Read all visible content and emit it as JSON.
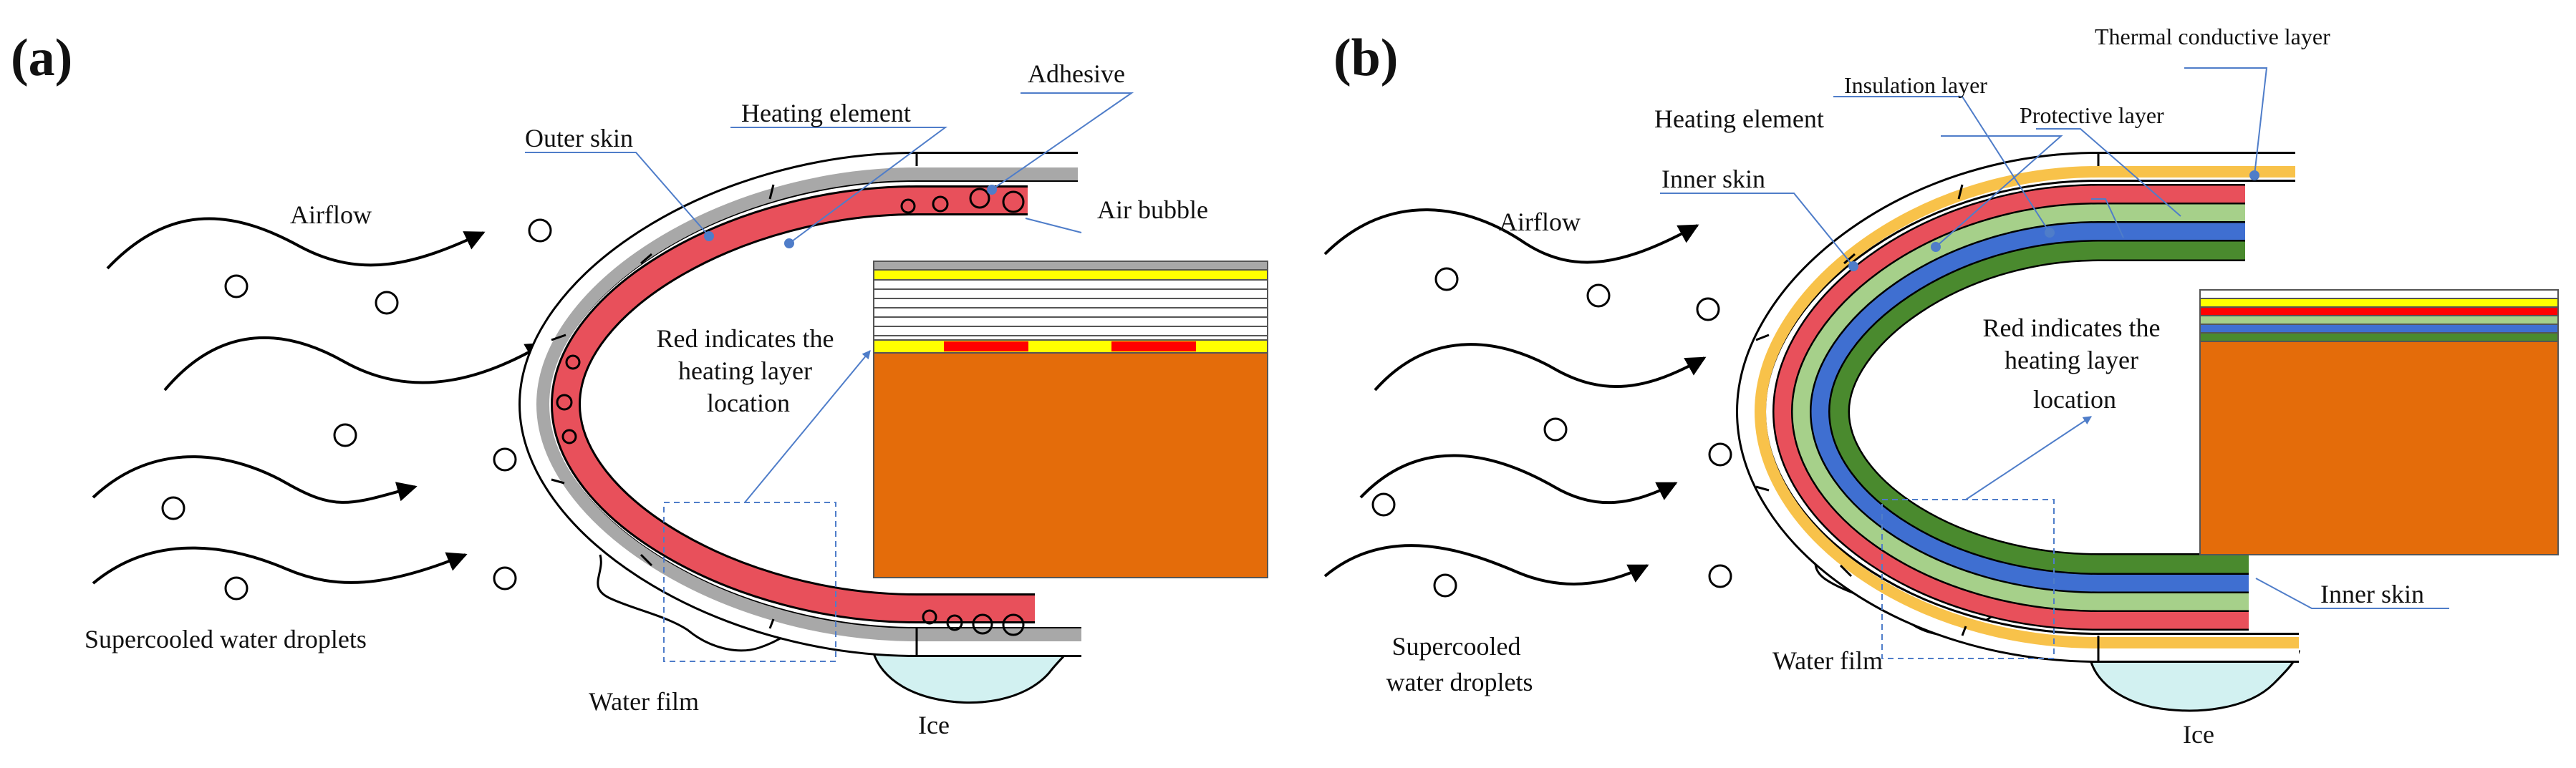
{
  "panel_a": {
    "letter": "(a)",
    "labels": {
      "airflow": "Airflow",
      "outer_skin": "Outer skin",
      "heating_element": "Heating element",
      "adhesive": "Adhesive",
      "air_bubble": "Air bubble",
      "red_note": [
        "Red indicates the",
        "heating layer",
        "location"
      ],
      "droplets": "Supercooled water droplets",
      "water_film": "Water film",
      "ice": "Ice"
    }
  },
  "panel_b": {
    "letter": "(b)",
    "labels": {
      "airflow": "Airflow",
      "thermal_layer": "Thermal conductive layer",
      "insulation_layer": "Insulation layer",
      "heating_element": "Heating element",
      "protective_layer": "Protective layer",
      "inner_skin_top": "Inner skin",
      "red_note": [
        "Red indicates the",
        "heating layer",
        "location"
      ],
      "inner_skin_bottom": "Inner skin",
      "droplets": [
        "Supercooled",
        "water droplets"
      ],
      "water_film": "Water film",
      "ice": "Ice"
    }
  },
  "colors": {
    "heating": "#e8505b",
    "outer_skin": "#a8a8a8",
    "thermal": "#f8c24a",
    "insulation": "#3f6fd1",
    "protective": "#a6d08a",
    "inner_green": "#4a8a2e",
    "substrate": "#e46c0a",
    "yellow": "#ffff00",
    "red": "#ff0000",
    "ice": "#d2f1f1",
    "leader": "#4f7dc9"
  }
}
